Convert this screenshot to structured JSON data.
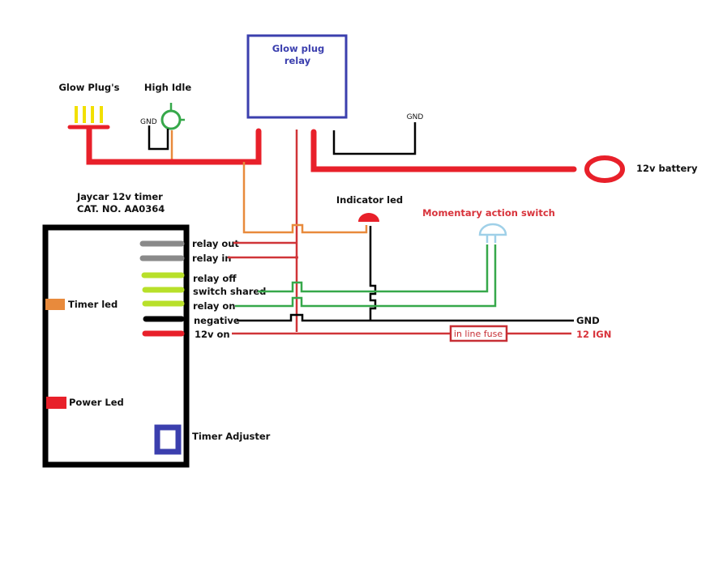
{
  "diagram": {
    "title": "Glow plug timer wiring",
    "colors": {
      "power_red": "#e8202a",
      "signal_red": "#d03438",
      "orange": "#e88a3c",
      "green": "#36a84a",
      "black": "#000000",
      "blue": "#3b3fae",
      "grey": "#8a8a8a",
      "lime": "#b8e02a",
      "light_blue": "#9fd0e8",
      "yellow": "#f2e000"
    },
    "components": {
      "glow_plugs": {
        "label": "Glow Plug's",
        "count": 4
      },
      "high_idle": {
        "label": "High Idle",
        "gnd_label": "GND"
      },
      "relay": {
        "label_line1": "Glow plug",
        "label_line2": "relay",
        "gnd_label": "GND"
      },
      "battery": {
        "label": "12v battery"
      },
      "timer": {
        "title_line1": "Jaycar 12v timer",
        "title_line2": "CAT. NO. AA0364",
        "timer_led_label": "Timer led",
        "power_led_label": "Power Led",
        "adjuster_label": "Timer Adjuster",
        "terminals": [
          {
            "label": "relay out",
            "color": "grey"
          },
          {
            "label": "relay in",
            "color": "grey"
          },
          {
            "label": "relay off",
            "color": "lime"
          },
          {
            "label": "switch shared",
            "color": "lime"
          },
          {
            "label": "relay on",
            "color": "lime"
          },
          {
            "label": "negative",
            "color": "black"
          },
          {
            "label": "12v on",
            "color": "red"
          }
        ]
      },
      "indicator_led": {
        "label": "Indicator led"
      },
      "switch": {
        "label": "Momentary action switch"
      },
      "fuse": {
        "label": "in line fuse"
      },
      "gnd_out": {
        "label": "GND"
      },
      "ign_out": {
        "label": "12 IGN"
      }
    }
  }
}
